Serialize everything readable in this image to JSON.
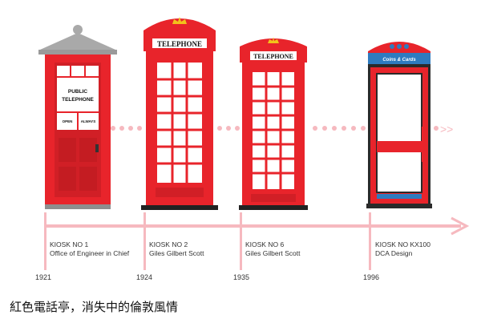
{
  "kiosks": [
    {
      "title": "KIOSK NO 1",
      "designer": "Office of Engineer in Chief",
      "year": "1921",
      "sign_lines": [
        "PUBLIC",
        "TELEPHONE"
      ],
      "door_labels": [
        "OPEN",
        "ALWAYS"
      ]
    },
    {
      "title": "KIOSK NO 2",
      "designer": "Giles Gilbert Scott",
      "year": "1924",
      "sign": "TELEPHONE"
    },
    {
      "title": "KIOSK NO 6",
      "designer": "Giles Gilbert Scott",
      "year": "1935",
      "sign": "TELEPHONE"
    },
    {
      "title": "KIOSK NO KX100",
      "designer": "DCA Design",
      "year": "1996",
      "sign": "Coins & Cards"
    }
  ],
  "timeline_arrow": ">>",
  "caption": "紅色電話亭，消失中的倫敦風情",
  "colors": {
    "red": "#e8242b",
    "dark_red": "#b71c1c",
    "pink": "#f6b9bf",
    "grey": "#a9a9a9",
    "dark": "#2a2a2a",
    "blue": "#2e7bbf"
  }
}
